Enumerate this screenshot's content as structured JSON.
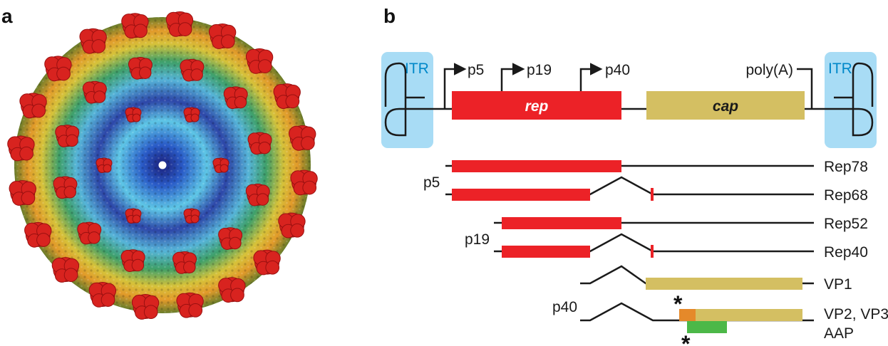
{
  "panel_a": {
    "letter": "a"
  },
  "panel_b": {
    "letter": "b",
    "itr_left": "ITR",
    "itr_right": "ITR",
    "promoters": {
      "p5": "p5",
      "p19": "p19",
      "p40": "p40"
    },
    "polya": "poly(A)",
    "genes": {
      "rep": "rep",
      "cap": "cap"
    },
    "group_labels": {
      "p5": "p5",
      "p19": "p19",
      "p40": "p40"
    },
    "transcripts": [
      "Rep78",
      "Rep68",
      "Rep52",
      "Rep40",
      "VP1",
      "VP2, VP3",
      "AAP"
    ],
    "asterisk": "*"
  },
  "colors": {
    "rep": "#ec2227",
    "cap": "#d4bf62",
    "itr_box": "#a8dcf5",
    "itr_text": "#0088c9",
    "vp2_start": "#e5892a",
    "aap": "#4cb848",
    "line": "#1a1a1a"
  },
  "icons": [
    "capsid-structure-image",
    "promoter-arrow-icon",
    "asterisk-icon"
  ]
}
